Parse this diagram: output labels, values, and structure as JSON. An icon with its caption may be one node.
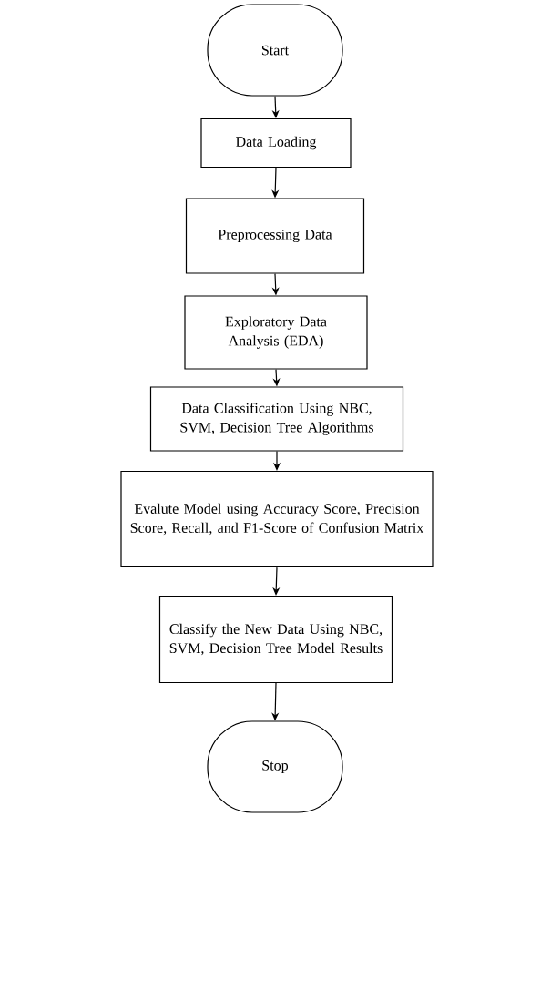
{
  "diagram": {
    "nodes": [
      {
        "text": [
          "Start"
        ]
      },
      {
        "text": [
          "Data Loading"
        ]
      },
      {
        "text": [
          "Preprocessing Data"
        ]
      },
      {
        "text": [
          "Exploratory Data Analysis (EDA)"
        ]
      },
      {
        "text": [
          "Data Classification Using NBC, SVM, Decision Tree Algorithms"
        ]
      },
      {
        "text": [
          "Evalute Model using Accuracy Score, Precision Score, Recall, and F1-Score of Confusion Matrix"
        ]
      },
      {
        "text": [
          "Classify the New Data Using NBC, SVM, Decision Tree Model Results"
        ]
      },
      {
        "text": [
          "Stop"
        ]
      }
    ],
    "edges": [
      {
        "from": 0,
        "to": 1,
        "arrow": "to"
      },
      {
        "from": 1,
        "to": 2,
        "arrow": "to"
      },
      {
        "from": 2,
        "to": 3,
        "arrow": "to"
      },
      {
        "from": 3,
        "to": 4,
        "arrow": "to"
      },
      {
        "from": 4,
        "to": 5,
        "arrow": "to"
      },
      {
        "from": 5,
        "to": 6,
        "arrow": "to"
      },
      {
        "from": 6,
        "to": 7,
        "arrow": "to"
      }
    ]
  }
}
